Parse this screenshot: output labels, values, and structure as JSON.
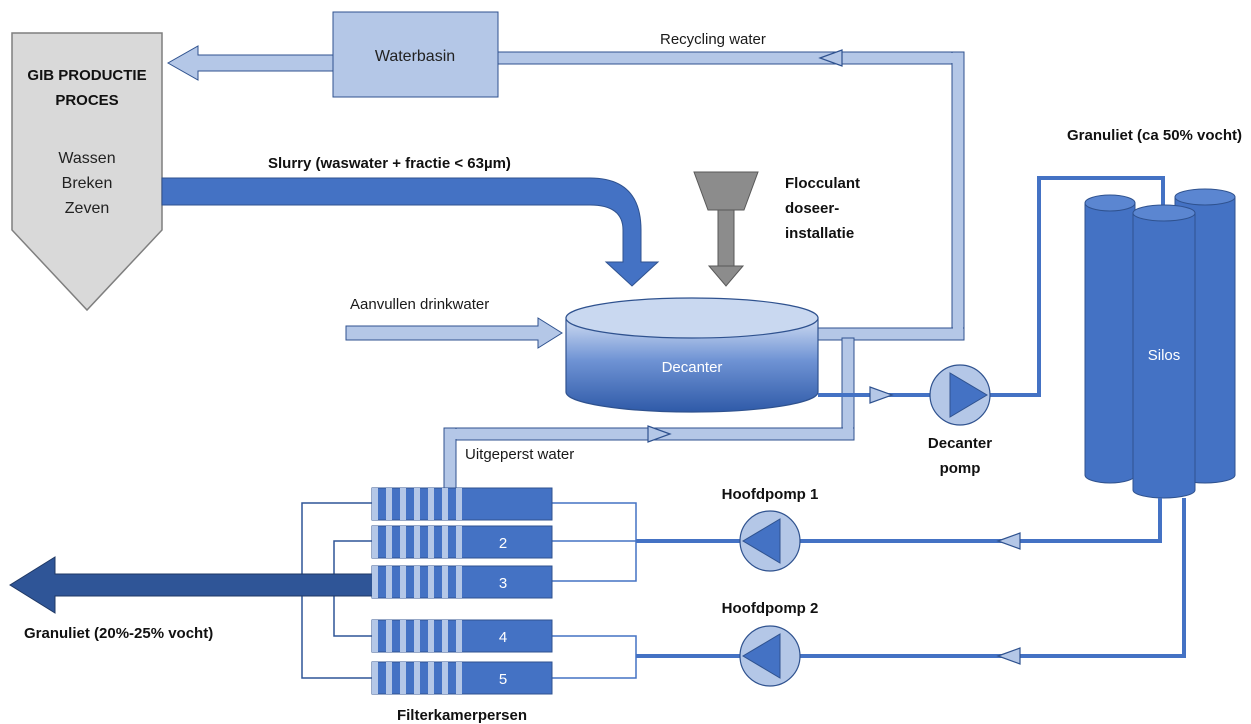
{
  "labels": {
    "gib_title_line1": "GIB PRODUCTIE",
    "gib_title_line2": "PROCES",
    "gib_step1": "Wassen",
    "gib_step2": "Breken",
    "gib_step3": "Zeven",
    "waterbasin": "Waterbasin",
    "recycling_water": "Recycling water",
    "slurry": "Slurry (waswater + fractie < 63µm)",
    "flocculant_line1": "Flocculant",
    "flocculant_line2": "doseer-",
    "flocculant_line3": "installatie",
    "aanvullen": "Aanvullen drinkwater",
    "decanter": "Decanter",
    "decanter_pomp_line1": "Decanter",
    "decanter_pomp_line2": "pomp",
    "granuliet_top": "Granuliet (ca 50% vocht)",
    "silos": "Silos",
    "uitgeperst": "Uitgeperst water",
    "hoofdpomp1": "Hoofdpomp 1",
    "hoofdpomp2": "Hoofdpomp 2",
    "granuliet_out": "Granuliet (20%-25% vocht)",
    "filterkamerpersen": "Filterkamerpersen",
    "press_2": "2",
    "press_3": "3",
    "press_4": "4",
    "press_5": "5"
  },
  "colors": {
    "pipe_light": "#b4c7e7",
    "pipe_dark": "#4472c4",
    "outline": "#2f528f",
    "gray_fill": "#d9d9d9",
    "gray_stroke": "#7f7f7f",
    "flocculant_gray": "#8c8c8c",
    "output_arrow": "#2f5597"
  }
}
